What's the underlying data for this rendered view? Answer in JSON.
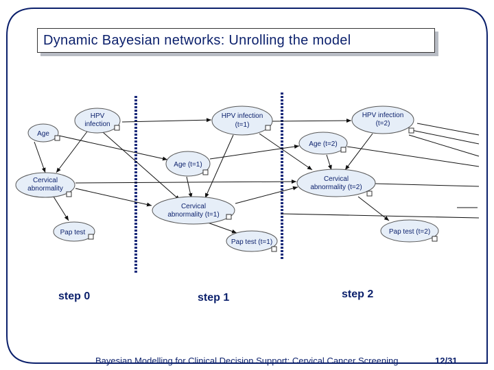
{
  "slide": {
    "title": "Dynamic Bayesian networks: Unrolling the model",
    "footer": "Bayesian Modelling for Clinical Decision Support: Cervical Cancer Screening",
    "page": "12/31"
  },
  "steps": [
    "step 0",
    "step 1",
    "step 2"
  ],
  "nodes": {
    "age": [
      "Age"
    ],
    "hpv0": [
      "HPV",
      "infection"
    ],
    "cerv0": [
      "Cervical",
      "abnormality"
    ],
    "pap0": [
      "Pap test"
    ],
    "age1": [
      "Age (t=1)"
    ],
    "hpv1": [
      "HPV infection",
      "(t=1)"
    ],
    "cerv1": [
      "Cervical",
      "abnormality (t=1)"
    ],
    "pap1": [
      "Pap test (t=1)"
    ],
    "age2": [
      "Age (t=2)"
    ],
    "hpv2": [
      "HPV infection",
      "(t=2)"
    ],
    "cerv2": [
      "Cervical",
      "abnormality (t=2)"
    ],
    "pap2": [
      "Pap test (t=2)"
    ]
  },
  "colors": {
    "node_fill": "#e6eef8",
    "text": "#0a1f6b",
    "separator": "#1a2a7a",
    "frame": "#0a1f6b"
  }
}
